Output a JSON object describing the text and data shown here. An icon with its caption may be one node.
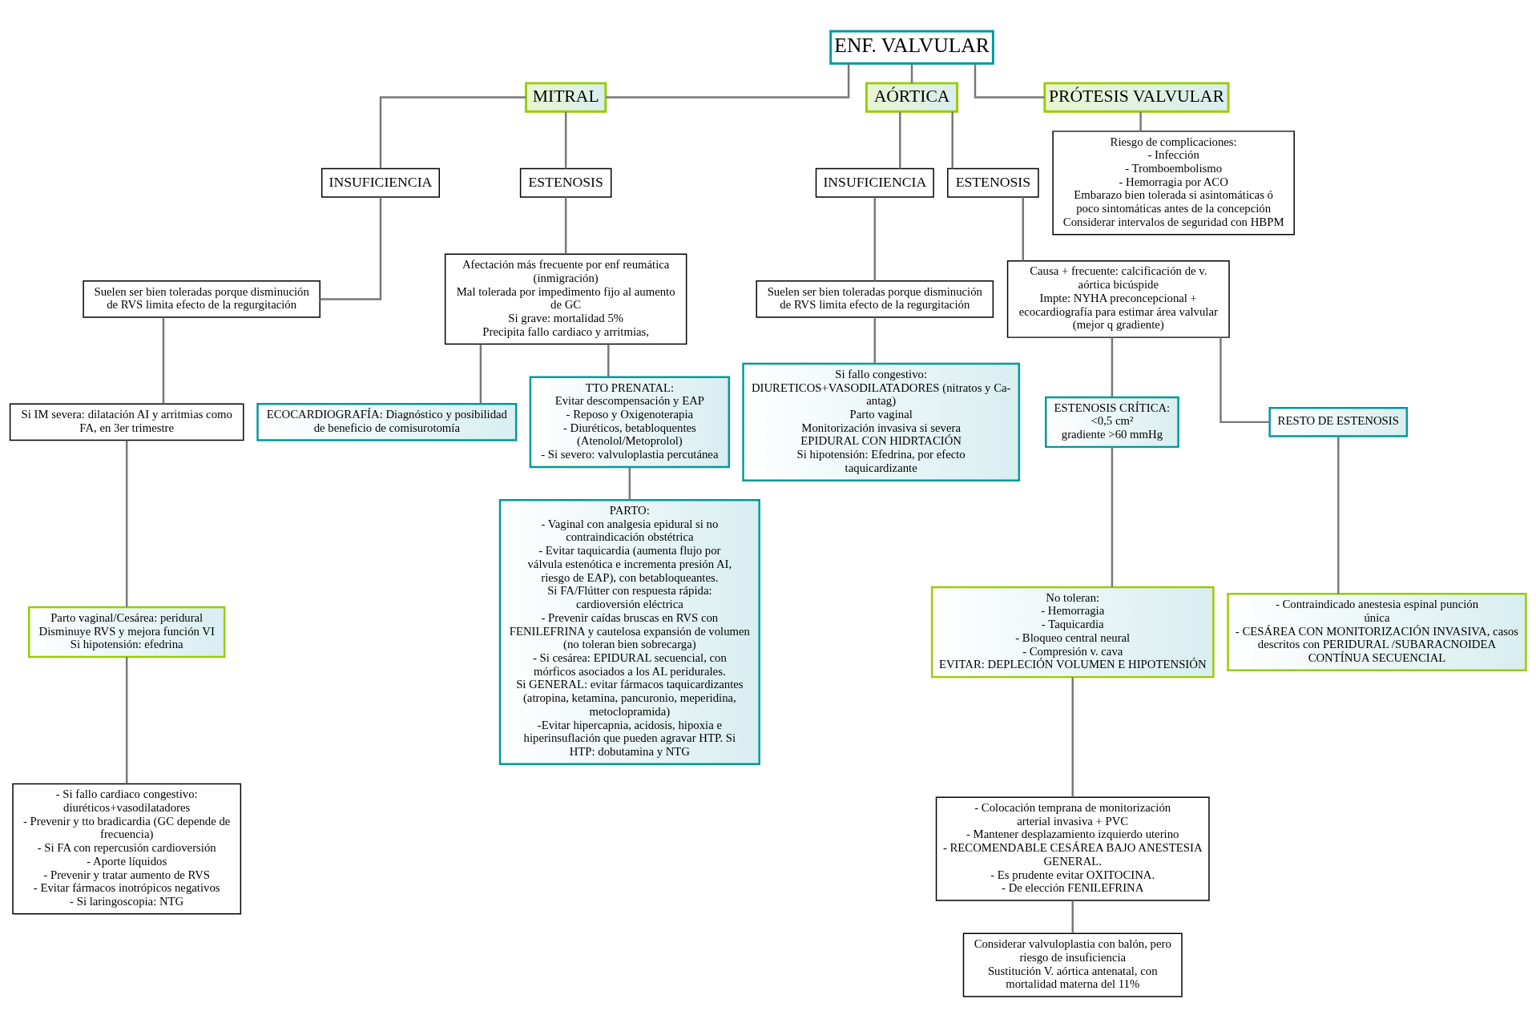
{
  "diagram": {
    "nodes": [
      {
        "text": [
          "ENF. VALVULAR"
        ]
      },
      {
        "text": [
          "MITRAL"
        ]
      },
      {
        "text": [
          "AÓRTICA"
        ]
      },
      {
        "text": [
          "PRÓTESIS VALVULAR"
        ]
      },
      {
        "text": [
          "INSUFICIENCIA"
        ]
      },
      {
        "text": [
          "ESTENOSIS"
        ]
      },
      {
        "text": [
          "Suelen ser bien toleradas porque disminución de RVS limita efecto de la regurgitación"
        ]
      },
      {
        "text": [
          "Si IM severa: dilatación AI y arritmias como FA, en 3er trimestre"
        ]
      },
      {
        "text": [
          "Parto vaginal/Cesárea: peridural",
          "Disminuye RVS y mejora función VI",
          "Si hipotensión: efedrina"
        ]
      },
      {
        "text": [
          "- Si fallo cardiaco congestivo: diuréticos+vasodilatadores",
          "- Prevenir y tto bradicardia (GC depende de frecuencia)",
          "- Si FA con repercusión cardioversión",
          "- Aporte líquidos",
          "- Prevenir y tratar aumento de RVS",
          "- Evitar fármacos inotrópicos negativos",
          "- Si laringoscopia: NTG"
        ]
      },
      {
        "text": [
          "Afectación más frecuente por enf reumática (inmigración)",
          "Mal tolerada por impedimento fijo al aumento de GC",
          "Si grave: mortalidad 5%",
          "Precipita fallo cardiaco y arritmias,"
        ]
      },
      {
        "text": [
          "ECOCARDIOGRAFÍA: Diagnóstico y posibilidad de beneficio de comisurotomía"
        ]
      },
      {
        "text": [
          "TTO PRENATAL:",
          "Evitar descompensación y EAP",
          "- Reposo y Oxigenoterapia",
          "- Diuréticos, betabloquentes (Atenolol/Metoprolol)",
          "- Si severo: valvuloplastia percutánea"
        ]
      },
      {
        "text": [
          "PARTO:",
          "- Vaginal con analgesia epidural si no contraindicación obstétrica",
          "- Evitar taquicardia (aumenta flujo por válvula estenótica e incrementa presión AI, riesgo de EAP), con betabloqueantes.",
          "Si FA/Flútter con respuesta rápida: cardioversión eléctrica",
          "- Prevenir caídas bruscas en RVS con FENILEFRINA y cautelosa expansión de volumen (no toleran bien sobrecarga)",
          "- Si cesárea: EPIDURAL secuencial, con mórficos asociados a los AL peridurales.",
          "Si GENERAL: evitar fármacos taquicardizantes (atropina, ketamina, pancuronio, meperidina, metoclopramida)",
          "-Evitar hipercapnia, acidosis, hipoxia e hiperinsuflación que pueden agravar HTP. Si HTP: dobutamina y NTG"
        ]
      },
      {
        "text": [
          "INSUFICIENCIA"
        ]
      },
      {
        "text": [
          "Suelen ser bien toleradas porque disminución de RVS limita efecto de la regurgitación"
        ]
      },
      {
        "text": [
          "Si fallo congestivo: DIURETICOS+VASODILATADORES (nitratos y Ca-antag)",
          "Parto vaginal",
          "Monitorización invasiva si severa",
          "EPIDURAL CON HIDRTACIÓN",
          "Si hipotensión: Efedrina, por efecto taquicardizante"
        ]
      },
      {
        "text": [
          "ESTENOSIS"
        ]
      },
      {
        "text": [
          "Causa + frecuente: calcificación de v. aórtica bicúspide",
          "Impte: NYHA preconcepcional + ecocardiografía para estimar área valvular (mejor q gradiente)"
        ]
      },
      {
        "text": [
          "ESTENOSIS CRÍTICA:",
          "<0,5 cm²",
          "gradiente >60 mmHg"
        ]
      },
      {
        "text": [
          "No toleran:",
          "- Hemorragia",
          "- Taquicardia",
          "- Bloqueo central neural",
          "- Compresión v. cava",
          "EVITAR: DEPLECIÓN VOLUMEN E HIPOTENSIÓN"
        ]
      },
      {
        "text": [
          "- Colocación temprana de monitorización arterial invasiva + PVC",
          "- Mantener desplazamiento izquierdo uterino",
          "- RECOMENDABLE CESÁREA BAJO ANESTESIA GENERAL.",
          "- Es prudente evitar OXITOCINA.",
          "- De elección FENILEFRINA"
        ]
      },
      {
        "text": [
          "Considerar valvuloplastia con balón, pero riesgo de insuficiencia",
          "Sustitución V. aórtica antenatal, con mortalidad materna del 11%"
        ]
      },
      {
        "text": [
          "RESTO DE ESTENOSIS"
        ]
      },
      {
        "text": [
          "- Contraindicado anestesia espinal punción única",
          "- CESÁREA CON MONITORIZACIÓN INVASIVA, casos descritos con PERIDURAL /SUBARACNOIDEA CONTÍNUA SECUENCIAL"
        ]
      },
      {
        "text": [
          "Riesgo de complicaciones:",
          "- Infección",
          "- Tromboembolismo",
          "- Hemorragia por ACO",
          "Embarazo bien tolerada si asintomáticas ó poco sintomáticas antes de la concepción",
          "Considerar intervalos de seguridad con HBPM"
        ]
      }
    ],
    "edges": [
      {
        "from": 0,
        "to": 1,
        "arrow": "none"
      },
      {
        "from": 0,
        "to": 2,
        "arrow": "none"
      },
      {
        "from": 0,
        "to": 3,
        "arrow": "none"
      },
      {
        "from": 1,
        "to": 4,
        "arrow": "none"
      },
      {
        "from": 1,
        "to": 5,
        "arrow": "none"
      },
      {
        "from": 4,
        "to": 6,
        "arrow": "none"
      },
      {
        "from": 6,
        "to": 7,
        "arrow": "none"
      },
      {
        "from": 7,
        "to": 8,
        "arrow": "none"
      },
      {
        "from": 8,
        "to": 9,
        "arrow": "none"
      },
      {
        "from": 5,
        "to": 10,
        "arrow": "none"
      },
      {
        "from": 10,
        "to": 11,
        "arrow": "none"
      },
      {
        "from": 10,
        "to": 12,
        "arrow": "none"
      },
      {
        "from": 12,
        "to": 13,
        "arrow": "none"
      },
      {
        "from": 2,
        "to": 14,
        "arrow": "none"
      },
      {
        "from": 2,
        "to": 17,
        "arrow": "none"
      },
      {
        "from": 14,
        "to": 15,
        "arrow": "none"
      },
      {
        "from": 15,
        "to": 16,
        "arrow": "none"
      },
      {
        "from": 17,
        "to": 18,
        "arrow": "none"
      },
      {
        "from": 18,
        "to": 19,
        "arrow": "none"
      },
      {
        "from": 18,
        "to": 23,
        "arrow": "none"
      },
      {
        "from": 19,
        "to": 20,
        "arrow": "none"
      },
      {
        "from": 20,
        "to": 21,
        "arrow": "none"
      },
      {
        "from": 21,
        "to": 22,
        "arrow": "none"
      },
      {
        "from": 23,
        "to": 24,
        "arrow": "none"
      },
      {
        "from": 3,
        "to": 25,
        "arrow": "none"
      }
    ]
  }
}
